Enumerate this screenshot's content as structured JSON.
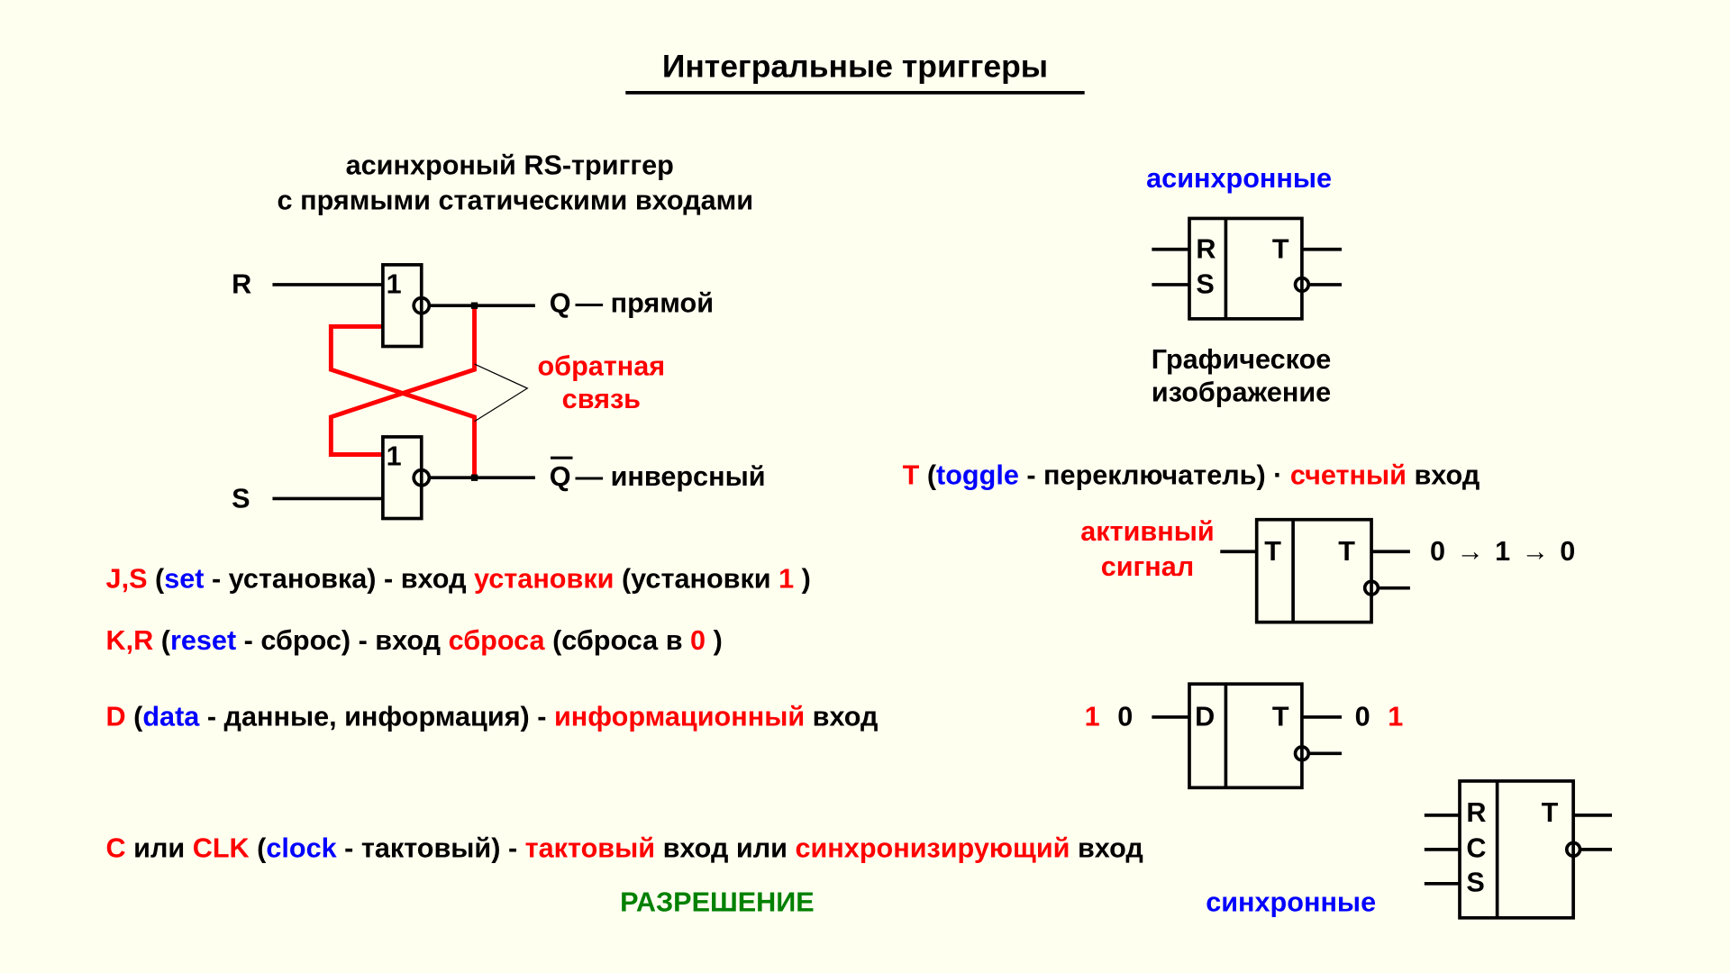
{
  "title": "Интегральные триггеры",
  "rs": {
    "caption1": "асинхроный RS-триггер",
    "caption2": "с прямыми статическими входами",
    "in_r": "R",
    "in_s": "S",
    "gate_label": "1",
    "q": "Q",
    "q_desc": "— прямой",
    "qbar": "Q",
    "qbar_desc": "— инверсный",
    "feedback1": "обратная",
    "feedback2": "связь"
  },
  "async": {
    "heading": "асинхронные",
    "r": "R",
    "s": "S",
    "t": "T",
    "caption1": "Графическое",
    "caption2": "изображение"
  },
  "lines": {
    "toggle": [
      "T",
      " (",
      "toggle",
      " - переключатель) · ",
      "счетный",
      " вход"
    ],
    "js": [
      "J,S",
      " (",
      "set",
      " - установка) - вход ",
      "установки",
      " (установки ",
      "1",
      " )"
    ],
    "kr": [
      "K,R",
      " (",
      "reset",
      " - сброс) - вход ",
      "сброса",
      " (сброса в ",
      "0",
      " )"
    ],
    "d": [
      "D",
      " (",
      "data",
      " - данные, информация) - ",
      "информационный",
      " вход"
    ],
    "c": [
      "C",
      " или ",
      "CLK",
      " (",
      "clock",
      " - тактовый) - ",
      "тактовый",
      " вход или ",
      "синхронизирующий",
      " вход"
    ]
  },
  "t_trigger": {
    "active1": "активный",
    "active2": "сигнал",
    "in": "T",
    "out": "T",
    "seq": [
      "0",
      "→",
      "1",
      "→",
      "0"
    ]
  },
  "d_trigger": {
    "in_values": [
      "1",
      "0"
    ],
    "in": "D",
    "out": "T",
    "out_values": [
      "0",
      "1"
    ]
  },
  "sync": {
    "enable": "РАЗРЕШЕНИЕ",
    "heading": "синхронные",
    "r": "R",
    "c": "C",
    "s": "S",
    "t": "T"
  },
  "colors": {
    "red": "#ff0000",
    "blue": "#0000ff",
    "green": "#008000",
    "background": "#fffff0"
  }
}
